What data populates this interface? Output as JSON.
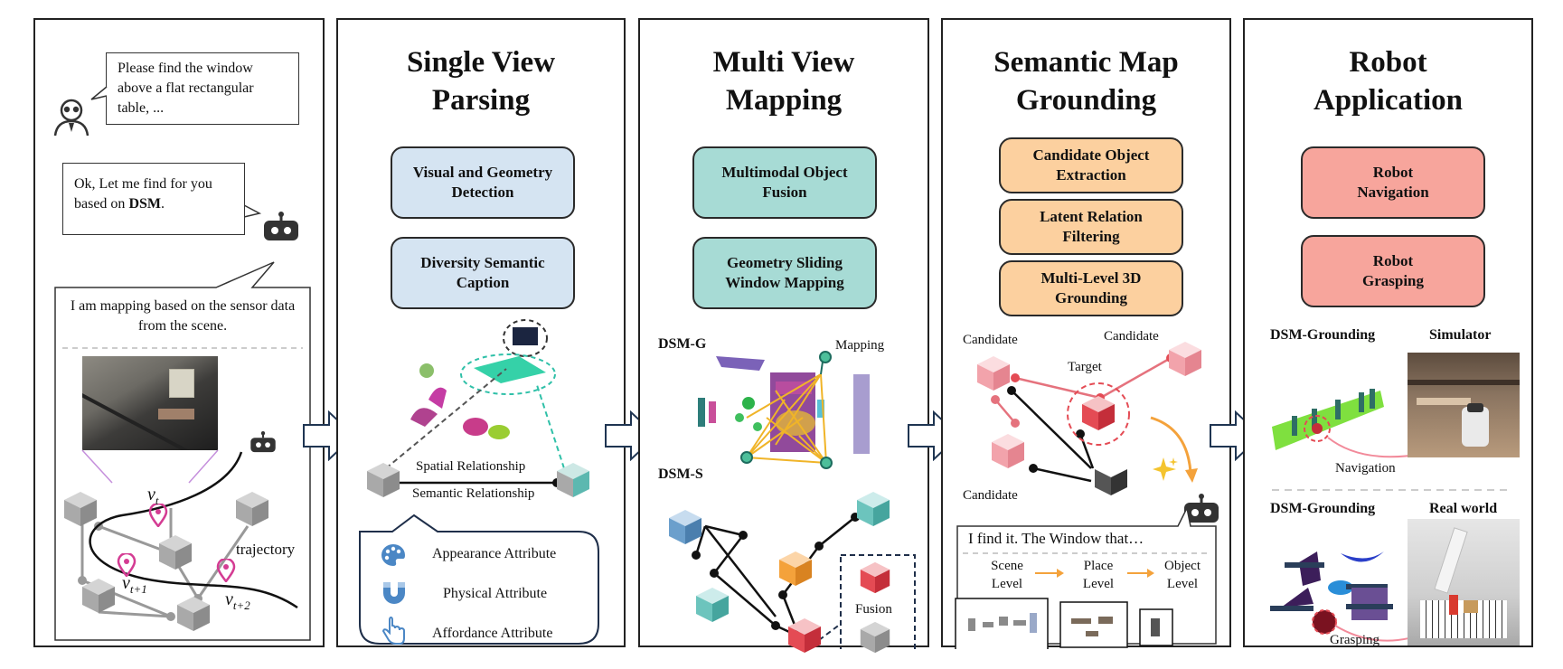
{
  "panel1": {
    "user_query": "Please find the window above a flat rectangular table, ...",
    "robot_reply_prefix": "Ok, Let me find for you based on ",
    "robot_reply_bold": "DSM",
    "robot_reply_suffix": ".",
    "mapping_text": "I am mapping based on the sensor data from the scene.",
    "trajectory_label": "trajectory",
    "labels": {
      "vt": "v",
      "vt_sub": "t",
      "vt1": "v",
      "vt1_sub": "t+1",
      "vt2": "v",
      "vt2_sub": "t+2"
    }
  },
  "panel2": {
    "title": "Single View Parsing",
    "box1": "Visual and Geometry Detection",
    "box2": "Diversity Semantic Caption",
    "spatial": "Spatial Relationship",
    "semantic": "Semantic Relationship",
    "attributes": [
      "Appearance Attribute",
      "Physical Attribute",
      "Affordance Attribute"
    ]
  },
  "panel3": {
    "title": "Multi View Mapping",
    "box1": "Multimodal Object Fusion",
    "box2": "Geometry Sliding Window Mapping",
    "dsm_g": "DSM-G",
    "mapping": "Mapping",
    "dsm_s": "DSM-S",
    "fusion": "Fusion"
  },
  "panel4": {
    "title": "Semantic Map Grounding",
    "box1": "Candidate Object Extraction",
    "box2": "Latent Relation Filtering",
    "box3": "Multi-Level 3D Grounding",
    "candidate": "Candidate",
    "target": "Target",
    "result": "I find it. The Window that…",
    "levels": [
      "Scene Level",
      "Place Level",
      "Object Level"
    ]
  },
  "panel5": {
    "title": "Robot Application",
    "box1": "Robot Navigation",
    "box2": "Robot Grasping",
    "dsm_grounding": "DSM-Grounding",
    "simulator": "Simulator",
    "navigation": "Navigation",
    "real_world": "Real world",
    "grasping": "Grasping"
  },
  "colors": {
    "blue_box": "#d5e4f2",
    "teal_box": "#a7dbd5",
    "orange_box": "#fcd09f",
    "red_box": "#f7a59c",
    "node_gray": "#a9a9a9",
    "node_blue": "#6b9fcc",
    "node_teal": "#6cc4bd",
    "node_orange": "#f4a23b",
    "node_red": "#e44b54",
    "node_pink": "#f2a3ab",
    "pin_magenta": "#d43c93"
  },
  "icons": [
    "user-avatar-icon",
    "robot-head-icon",
    "palette-icon",
    "magnet-icon",
    "pointer-hand-icon",
    "sparkle-icon",
    "location-pin-icon"
  ]
}
